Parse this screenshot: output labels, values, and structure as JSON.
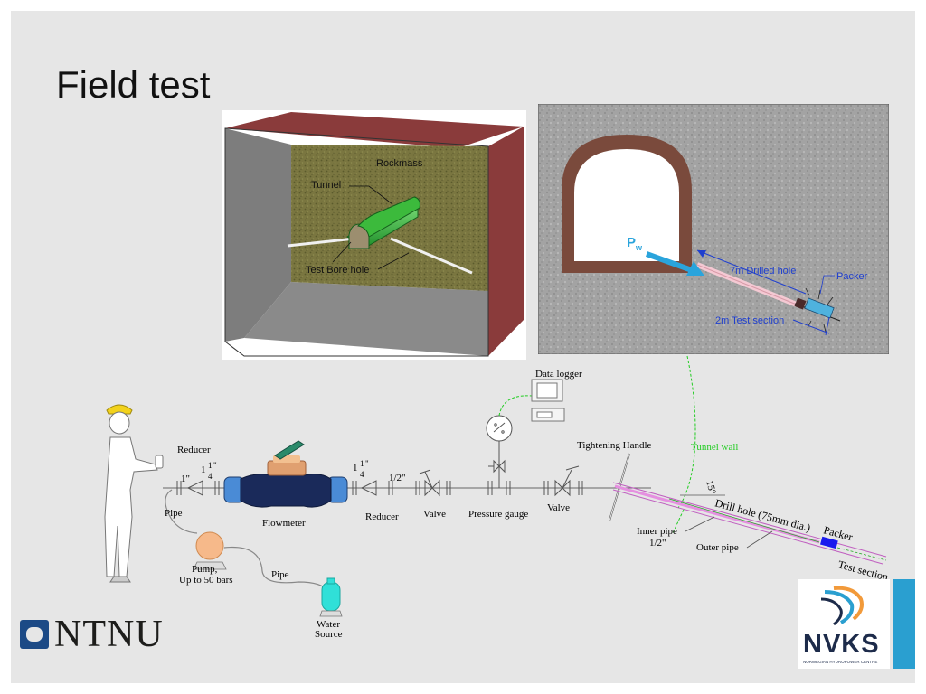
{
  "title": "Field test",
  "panel_3d": {
    "rockmass": "Rockmass",
    "tunnel": "Tunnel",
    "test_bore_hole": "Test Bore hole"
  },
  "panel_section": {
    "pw_main": "P",
    "pw_sub": "w",
    "drilled_hole": "7m Drilled hole",
    "packer": "Packer",
    "test_section": "2m Test section"
  },
  "schematic": {
    "data_logger": "Data logger",
    "reducer_left": "Reducer",
    "size_1_1_4_whole": "1",
    "size_1_1_4_num": "1",
    "size_1_1_4_den": "4",
    "size_1_1_4_in": "\"",
    "size_1in": "1\"",
    "size_half_in": "1/2\"",
    "pipe_left": "Pipe",
    "flowmeter": "Flowmeter",
    "reducer_mid": "Reducer",
    "valve_left": "Valve",
    "pressure_gauge": "Pressure gauge",
    "valve_right": "Valve",
    "tightening_handle": "Tightening Handle",
    "tunnel_wall": "Tunnel wall",
    "angle": "15°",
    "drill_hole": "Drill hole (75mm dia.)",
    "packer": "Packer",
    "inner_pipe": "Inner pipe",
    "inner_pipe_size": "1/2\"",
    "outer_pipe": "Outer pipe",
    "test_section": "Test section",
    "pump_line1": "Pump,",
    "pump_line2": "Up to 50 bars",
    "pipe_bottom": "Pipe",
    "water_line1": "Water",
    "water_line2": "Source"
  },
  "logos": {
    "ntnu": "NTNU",
    "nvks": "NVKS",
    "nvks_sub": "NORWEGIAN HYDROPOWER CENTRE"
  },
  "colors": {
    "tunnel_green": "#3cba3c",
    "rock_texture": "#6e6b3a",
    "box_red": "#8a3b3b",
    "arrow_blue": "#2aa4dc",
    "dim_blue": "#1f3fcf",
    "tunnel_wall_line": "#22cc22",
    "pipe_pink": "#e58fe0"
  }
}
